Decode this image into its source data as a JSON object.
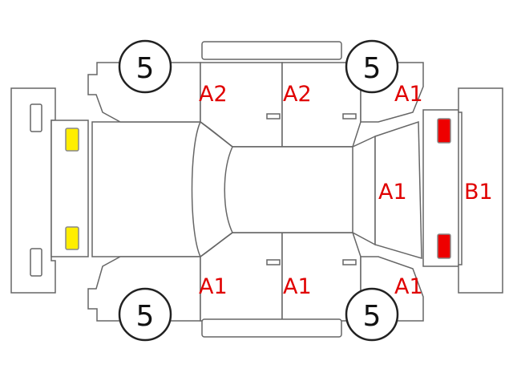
{
  "tires": {
    "front_left": "5",
    "front_right": "5",
    "rear_left": "5",
    "rear_right": "5"
  },
  "damage": {
    "rear_door_top": "A2",
    "front_door_top": "A2",
    "front_fender_top": "A1",
    "windshield": "A1",
    "front_bumper": "B1",
    "rear_door_bottom": "A1",
    "front_door_bottom": "A1",
    "front_fender_bottom": "A1"
  },
  "colors": {
    "damage_text": "#e00000",
    "outline": "#666666",
    "taillight": "#ffee00",
    "headlight": "#ee0000"
  }
}
